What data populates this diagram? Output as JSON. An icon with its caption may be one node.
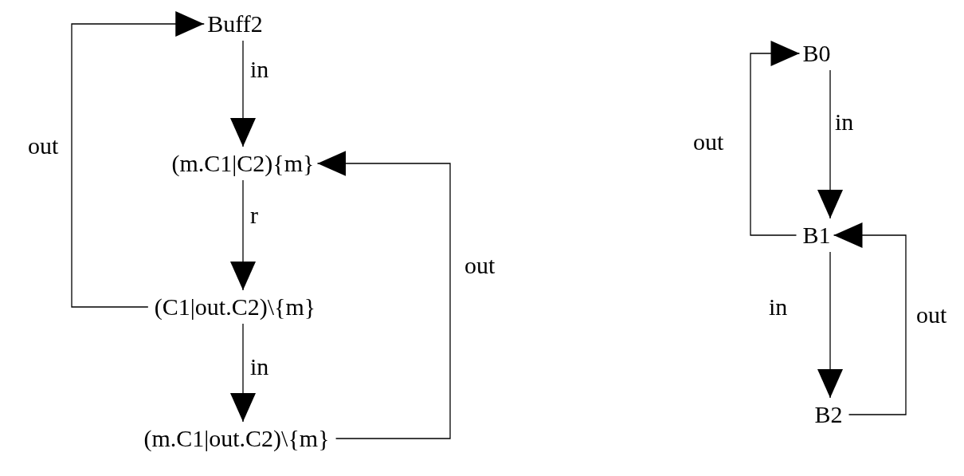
{
  "diagram": {
    "nodes": [
      {
        "text": [
          "Buff2"
        ]
      },
      {
        "text": [
          "(m.C1|C2){m}"
        ]
      },
      {
        "text": [
          "(C1|out.C2)\\{m}"
        ]
      },
      {
        "text": [
          "(m.C1|out.C2)\\{m}"
        ]
      },
      {
        "text": [
          "B0"
        ]
      },
      {
        "text": [
          "B1"
        ]
      },
      {
        "text": [
          "B2"
        ]
      }
    ],
    "edges": [
      {
        "from": 0,
        "to": 1,
        "arrow": "to",
        "label": "in"
      },
      {
        "from": 1,
        "to": 2,
        "arrow": "to",
        "label": "r"
      },
      {
        "from": 2,
        "to": 0,
        "arrow": "to",
        "label": "out"
      },
      {
        "from": 2,
        "to": 3,
        "arrow": "to",
        "label": "in"
      },
      {
        "from": 3,
        "to": 1,
        "arrow": "to",
        "label": "out"
      },
      {
        "from": 4,
        "to": 5,
        "arrow": "to",
        "label": "in"
      },
      {
        "from": 5,
        "to": 4,
        "arrow": "to",
        "label": "out"
      },
      {
        "from": 5,
        "to": 6,
        "arrow": "to",
        "label": "in"
      },
      {
        "from": 6,
        "to": 5,
        "arrow": "to",
        "label": "out"
      }
    ]
  }
}
